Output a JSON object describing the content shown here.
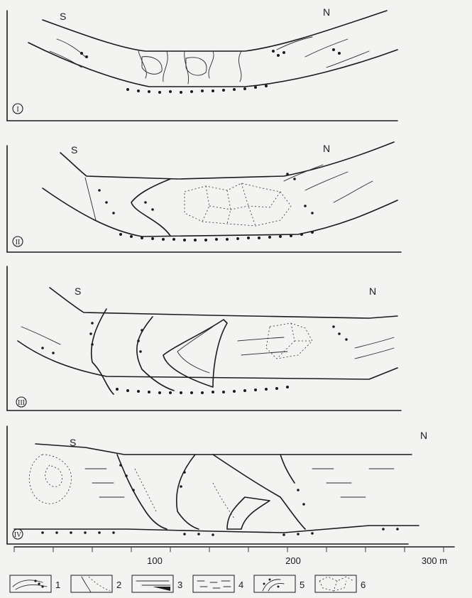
{
  "panels": [
    {
      "roman": "I",
      "left": "S",
      "right": "N"
    },
    {
      "roman": "II",
      "left": "S",
      "right": "N"
    },
    {
      "roman": "III",
      "left": "S",
      "right": "N"
    },
    {
      "roman": "IV",
      "left": "S",
      "right": "N"
    }
  ],
  "scale": {
    "ticks": [
      "100",
      "200",
      "300 m"
    ]
  },
  "legend": [
    "1",
    "2",
    "3",
    "4",
    "5",
    "6"
  ]
}
